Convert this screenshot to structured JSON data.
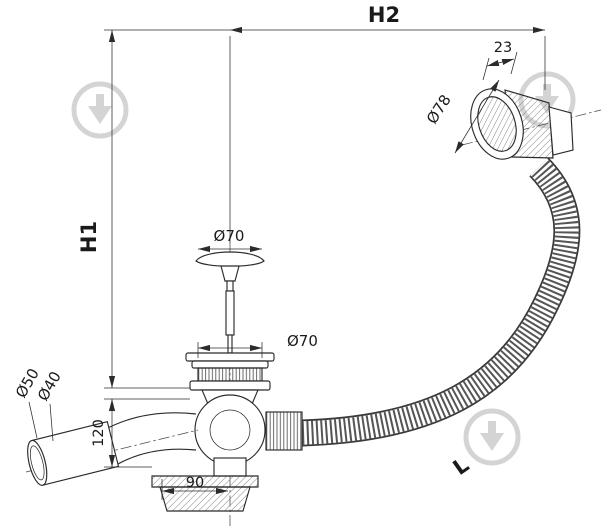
{
  "diagram": {
    "labels": {
      "h2": "H2",
      "h1": "H1",
      "length": "L",
      "overflow_diameter": "Ø78",
      "overflow_depth": "23",
      "cap_diameter": "Ø70",
      "strainer_diameter": "Ø70",
      "outlet_outer": "Ø50",
      "outlet_inner": "Ø40",
      "drop_height": "120",
      "bottom_offset": "90"
    },
    "colors": {
      "line": "#2b2b2b",
      "watermark": "#d4d4d4",
      "background": "#ffffff"
    }
  }
}
